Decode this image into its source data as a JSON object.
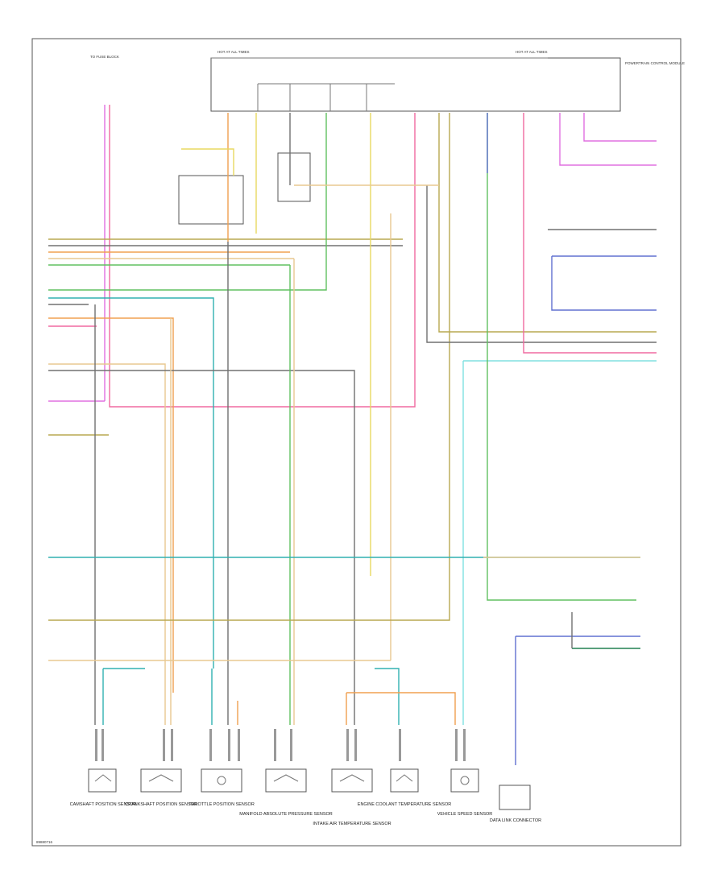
{
  "diagram": {
    "id_label": "89880716",
    "module_label": "POWERTRAIN CONTROL MODULE",
    "left_connector_label": "TO FUSE BLOCK",
    "right_top_label": "HOT AT ALL TIMES",
    "sensors": [
      {
        "label": "CAMSHAFT POSITION SENSOR"
      },
      {
        "label": "CRANKSHAFT POSITION SENSOR"
      },
      {
        "label": "THROTTLE POSITION SENSOR"
      },
      {
        "label": "MANIFOLD ABSOLUTE PRESSURE SENSOR"
      },
      {
        "label": "INTAKE AIR TEMPERATURE SENSOR"
      },
      {
        "label": "ENGINE COOLANT TEMPERATURE SENSOR"
      },
      {
        "label": "VEHICLE SPEED SENSOR"
      },
      {
        "label": "DATA LINK CONNECTOR"
      }
    ],
    "wire_colors": {
      "pink": "#f06aa0",
      "magenta": "#e070e0",
      "orange": "#f0a050",
      "tan": "#e8c890",
      "green": "#60c060",
      "teal": "#30b0b0",
      "cyan": "#80e0e0",
      "blue": "#6070d0",
      "darkgray": "#707070",
      "olive": "#b8a850",
      "yellow": "#e8d860",
      "darkgreen": "#208050"
    }
  }
}
